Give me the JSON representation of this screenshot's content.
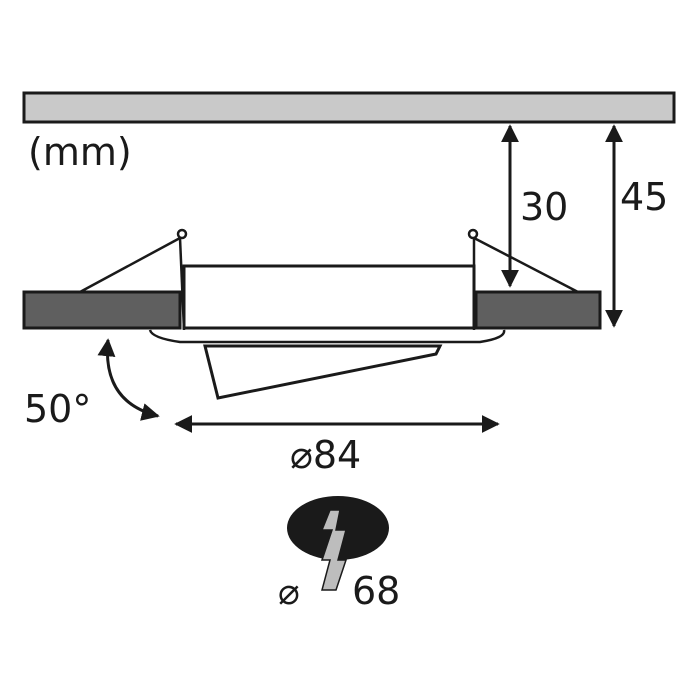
{
  "labels": {
    "units": "(mm)",
    "height_inner": "30",
    "height_total": "45",
    "tilt_angle": "50°",
    "diameter_outer": "⌀84",
    "cutout_symbol": "⌀",
    "cutout_value": "68"
  },
  "icons": {
    "cutout": "hole-cut-icon"
  },
  "colors": {
    "ceiling": "#c9c9c9",
    "flange": "#5f5f5f",
    "line": "#1a1a1a",
    "hole": "#1a1a1a",
    "drill": "#bdbdbd"
  }
}
